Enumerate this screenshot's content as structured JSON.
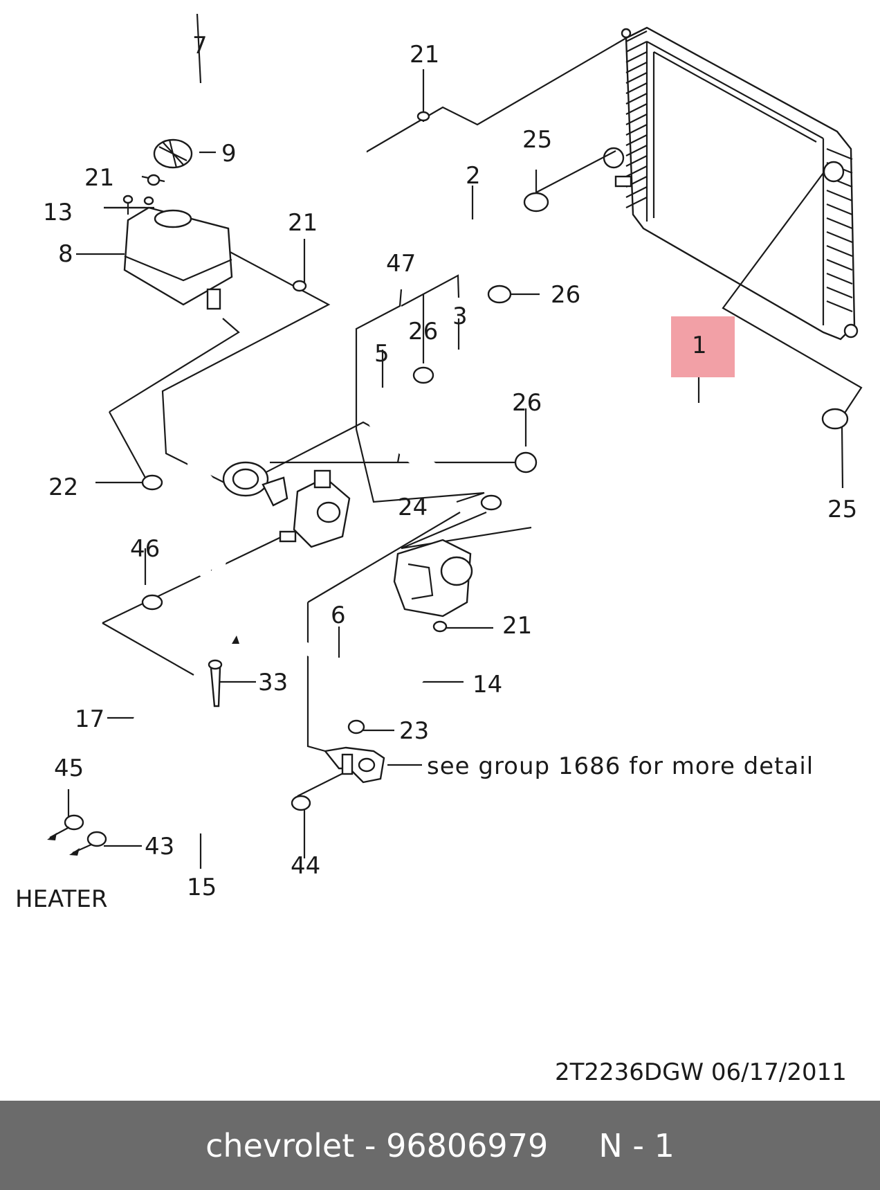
{
  "labels": {
    "l7": "7",
    "l21a": "21",
    "l9": "9",
    "l21b": "21",
    "l13": "13",
    "l8": "8",
    "l21c": "21",
    "l25a": "25",
    "l2": "2",
    "l47": "47",
    "l26a": "26",
    "l26b": "26",
    "l3": "3",
    "l5": "5",
    "l1": "1",
    "l26c": "26",
    "l25b": "25",
    "l22": "22",
    "l24": "24",
    "l46": "46",
    "l6": "6",
    "l21d": "21",
    "l14": "14",
    "l33": "33",
    "l17": "17",
    "l23": "23",
    "l45": "45",
    "l43": "43",
    "l44": "44",
    "l15": "15"
  },
  "note": "see group 1686 for more detail",
  "heater_label": "HEATER",
  "drawing_code": "2T2236DGW  06/17/2011",
  "footer_title": "chevrolet - 96806979     N - 1",
  "colors": {
    "highlight": "#f2a0a6",
    "footer_bg": "#6b6b6b",
    "ink": "#1a1a1a"
  }
}
